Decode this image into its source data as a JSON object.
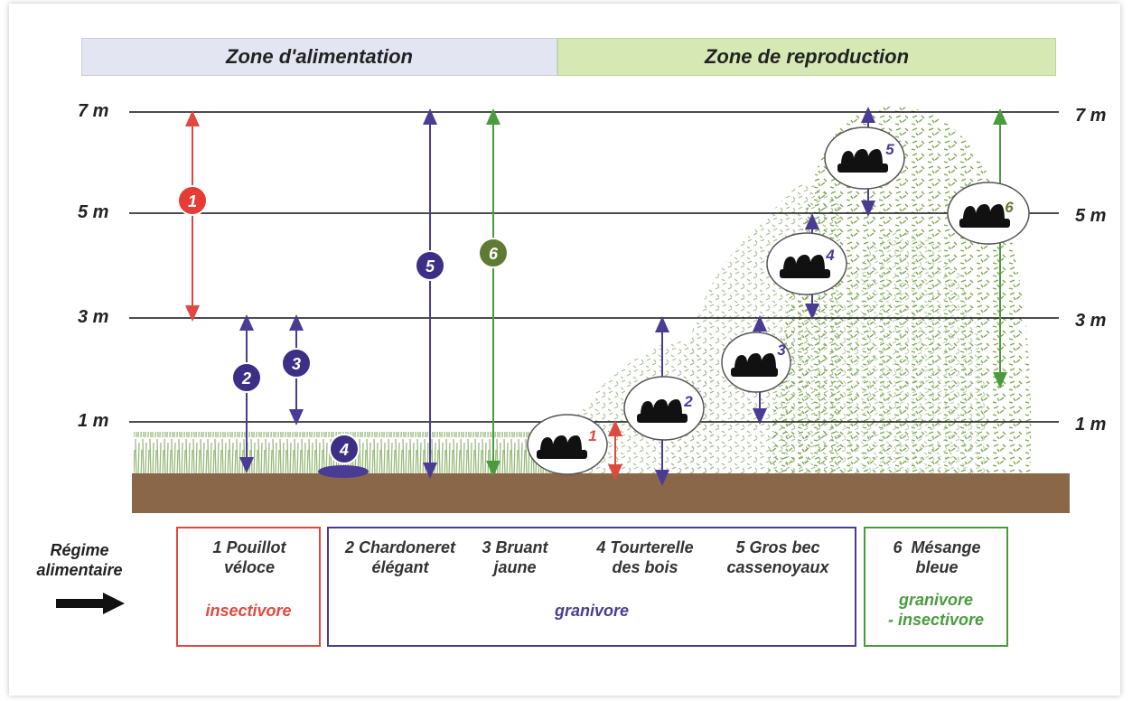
{
  "zones": {
    "feeding": "Zone d'alimentation",
    "breeding": "Zone de reproduction"
  },
  "heights": {
    "left": [
      "7 m",
      "5 m",
      "3 m",
      "1 m"
    ],
    "right": [
      "7 m",
      "5 m",
      "3 m",
      "1 m"
    ]
  },
  "markers": [
    "1",
    "2",
    "3",
    "4",
    "5",
    "6"
  ],
  "nests": [
    "1",
    "2",
    "3",
    "4",
    "5",
    "6"
  ],
  "legend": {
    "regime_label": "Régime alimentaire",
    "insectivore_box": {
      "birds": [
        [
          "1 Pouillot",
          "véloce"
        ]
      ],
      "diet": "insectivore"
    },
    "granivore_box": {
      "birds": [
        [
          "2 Chardoneret",
          "élégant"
        ],
        [
          "3 Bruant",
          "jaune"
        ],
        [
          "4 Tourterelle",
          "des bois"
        ],
        [
          "5 Gros bec",
          "cassenoyaux"
        ]
      ],
      "diet": "granivore"
    },
    "mixed_box": {
      "birds": [
        [
          "6  Mésange",
          "bleue"
        ]
      ],
      "diet": [
        "granivore",
        "- insectivore"
      ]
    }
  },
  "colors": {
    "insectivore": "#e0493f",
    "granivore": "#4a3c94",
    "mixed": "#4a9b3e",
    "marker6": "#5f7a32",
    "ground": "#8a6748"
  }
}
